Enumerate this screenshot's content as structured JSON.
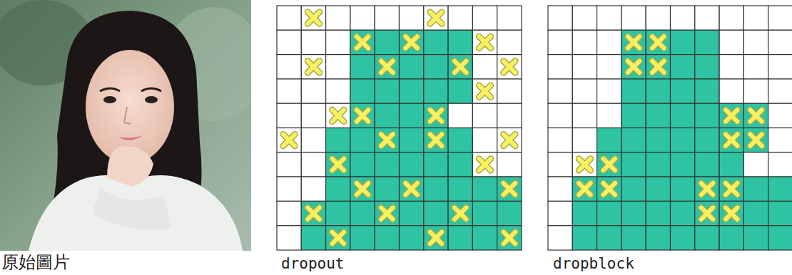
{
  "diagram": {
    "labels": [
      "原始圖片",
      "dropout",
      "dropblock"
    ]
  }
}
